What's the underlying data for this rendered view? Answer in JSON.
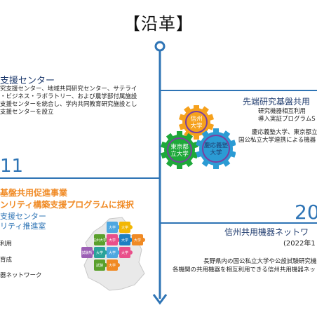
{
  "title": "【沿革】",
  "left_top": {
    "heading": "支援センター",
    "lines": [
      "究支援センター、地域共同研究センター、サテライ",
      "・ビジネス・ラボラトリー、および農学部付属施設",
      "支援センターを統合し、学内共同教育研究施設とし",
      "支援センターを設立"
    ]
  },
  "right_top": {
    "heading": "先端研究基盤共用",
    "line1": "研究機器相互利用",
    "line2": "導入実証プログラムS",
    "line3": "慶応義塾大学、東京都立",
    "line4": "国公私立大学連携による機器"
  },
  "gears": {
    "top": "信州\n大学",
    "left": "東京都\n立大学",
    "right": "慶応義塾\n大学"
  },
  "left_bottom": {
    "year": "11",
    "heading1": "基盤共用促進事業",
    "heading2": "ンリティ構築支援プログラムに採択",
    "sub1": "支援センター",
    "sub2": "リティ推進室",
    "bullets": [
      "利用",
      "育成",
      "器ネットワーク"
    ]
  },
  "puzzle": {
    "labels": [
      "大学",
      "大学",
      "信州大学",
      "大学",
      "大学",
      "大学",
      "試験所",
      "大学",
      "大学",
      "大学",
      "試験",
      "大学"
    ]
  },
  "right_bottom": {
    "year": "20",
    "heading": "信州共用機器ネットワ",
    "date": "(2022年1",
    "line1": "長野県内の国公私立大学や公設試験研究機",
    "line2": "各機関の共用機器を相互利用できる信州共用機器ネット"
  },
  "colors": {
    "timeline": "#2e74b5",
    "navy": "#1f3b6e",
    "orange": "#f08a24",
    "gear_top": "#f6a11c",
    "gear_left": "#1ea83a",
    "gear_right": "#2b9bd4",
    "gear_ring": "#7a3fa0"
  }
}
